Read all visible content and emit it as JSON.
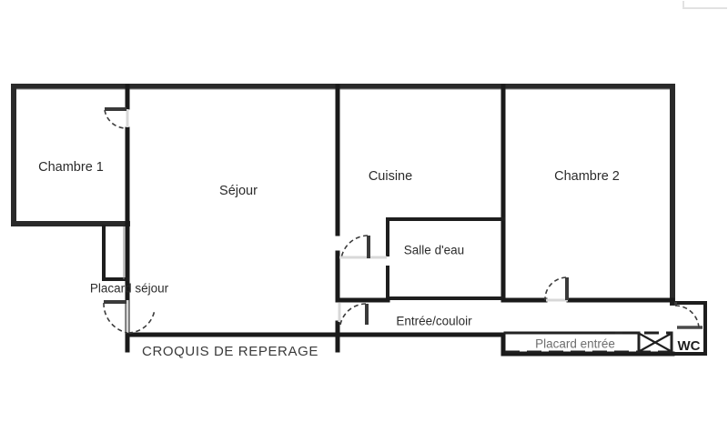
{
  "document": {
    "type": "floor-plan",
    "title": "CROQUIS DE REPERAGE",
    "language": "fr",
    "background_color": "#ffffff",
    "wall_color": "#1a1a1a",
    "text_color": "#2b2b2b"
  },
  "rooms": [
    {
      "id": "chambre-1",
      "label": "Chambre 1"
    },
    {
      "id": "sejour",
      "label": "Séjour"
    },
    {
      "id": "cuisine",
      "label": "Cuisine"
    },
    {
      "id": "chambre-2",
      "label": "Chambre 2"
    },
    {
      "id": "salle-d-eau",
      "label": "Salle d'eau"
    },
    {
      "id": "entree-couloir",
      "label": "Entrée/couloir"
    },
    {
      "id": "wc",
      "label": "WC"
    }
  ],
  "closets": [
    {
      "id": "placard-sejour",
      "label": "Placard séjour"
    },
    {
      "id": "placard-entree",
      "label": "Placard entrée"
    }
  ],
  "annotations": {
    "plan_title": "CROQUIS DE REPERAGE"
  },
  "icons": {
    "door_swing": "door-swing-arc",
    "closet_cross": "closet-cross-symbol"
  }
}
